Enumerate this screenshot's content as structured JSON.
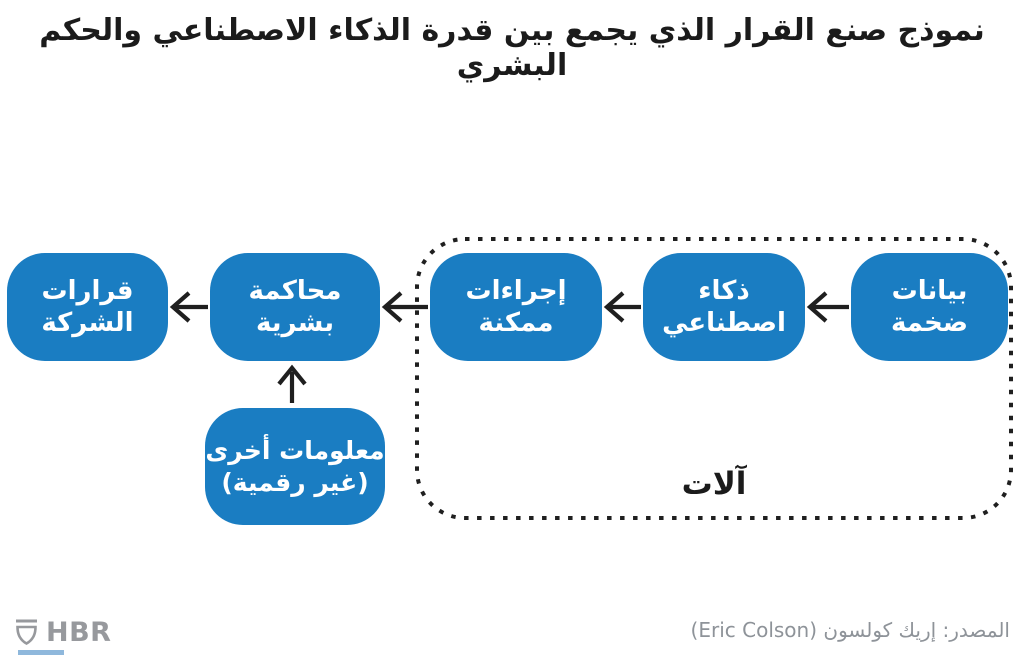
{
  "title": "نموذج صنع القرار الذي يجمع بين قدرة الذكاء الاصطناعي والحكم البشري",
  "diagram": {
    "flow_direction": "right-to-left",
    "machines_group": {
      "label": "آلات",
      "style": "dotted-rounded-rectangle"
    },
    "nodes": [
      {
        "id": "big-data",
        "label": "بيانات ضخمة",
        "in_machines_group": true
      },
      {
        "id": "artificial-intelligence",
        "label": "ذكاء اصطناعي",
        "in_machines_group": true
      },
      {
        "id": "possible-actions",
        "label": "إجراءات ممكنة",
        "in_machines_group": true
      },
      {
        "id": "human-judgment",
        "label": "محاكمة بشرية",
        "in_machines_group": false
      },
      {
        "id": "company-decisions",
        "label": "قرارات الشركة",
        "in_machines_group": false
      },
      {
        "id": "other-info",
        "label": "معلومات أخرى",
        "label_line2": "(غير رقمية)",
        "in_machines_group": false
      }
    ],
    "edges": [
      {
        "from": "big-data",
        "to": "artificial-intelligence"
      },
      {
        "from": "artificial-intelligence",
        "to": "possible-actions"
      },
      {
        "from": "possible-actions",
        "to": "human-judgment"
      },
      {
        "from": "human-judgment",
        "to": "company-decisions"
      },
      {
        "from": "other-info",
        "to": "human-judgment"
      }
    ]
  },
  "footer": {
    "logo_text": "HBR",
    "source_text": "المصدر: إريك كولسون (Eric Colson)"
  },
  "colors": {
    "node_blue": "#1a7dc2",
    "line_black": "#1f1f1f",
    "footer_gray": "#8e9399",
    "accent_light_blue": "#8fb8dc"
  }
}
